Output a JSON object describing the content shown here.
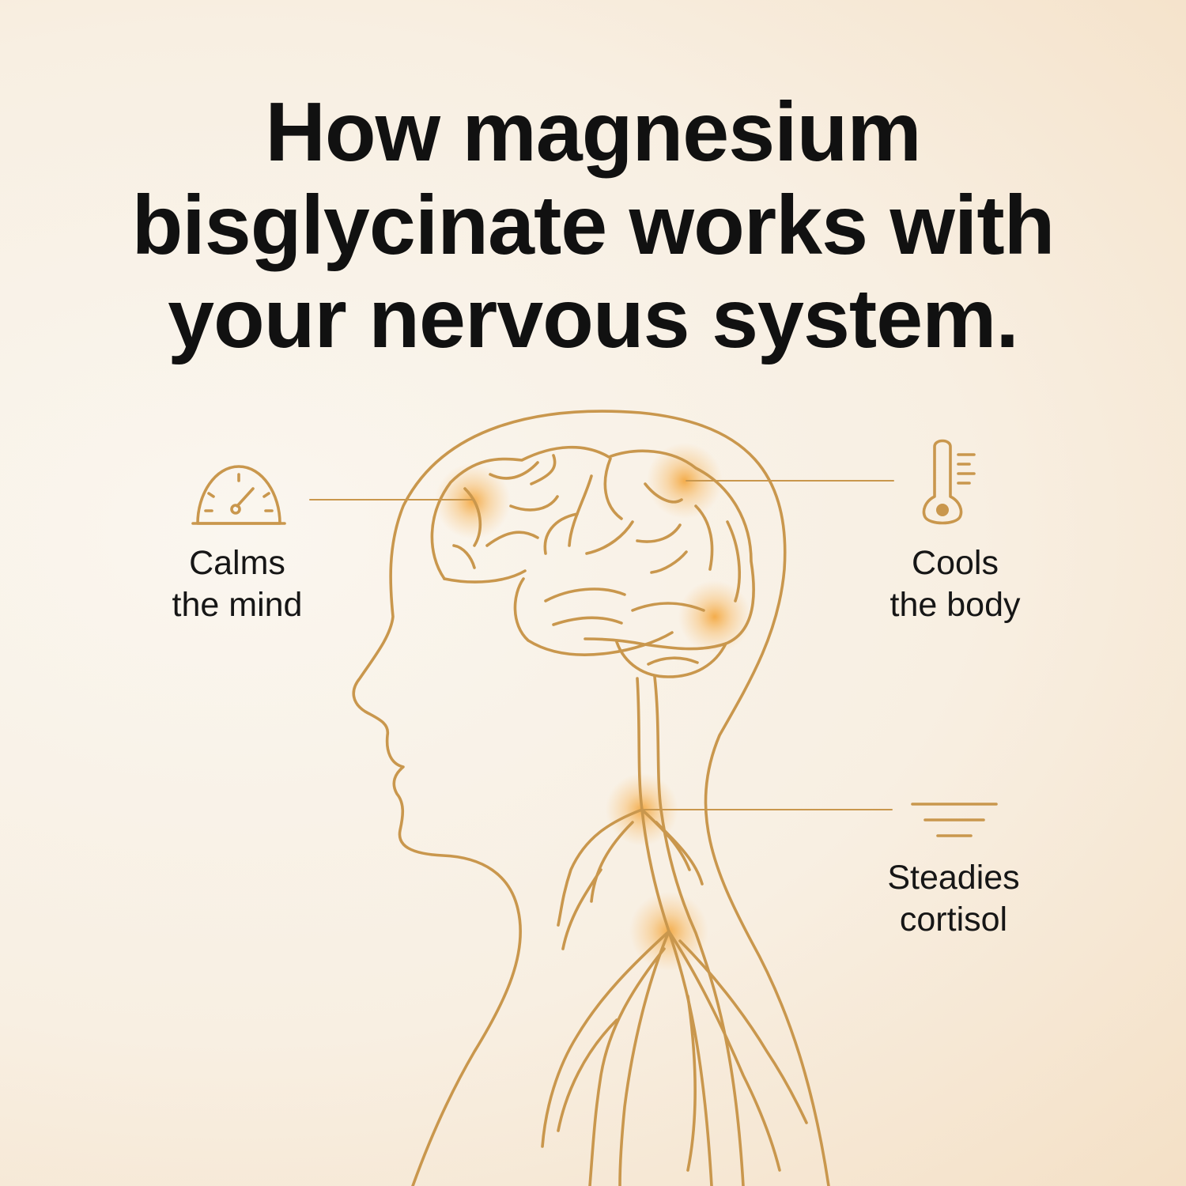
{
  "title": {
    "line1": "How magnesium",
    "line2": "bisglycinate works with",
    "line3": "your nervous system."
  },
  "benefits": [
    {
      "icon": "speedometer-icon",
      "line1": "Calms",
      "line2": "the mind"
    },
    {
      "icon": "thermometer-icon",
      "line1": "Cools",
      "line2": "the body"
    },
    {
      "icon": "steady-lines-icon",
      "line1": "Steadies",
      "line2": "cortisol"
    }
  ],
  "colors": {
    "line": "#c9974d",
    "glow": "#f3a53a",
    "text": "#111111"
  }
}
